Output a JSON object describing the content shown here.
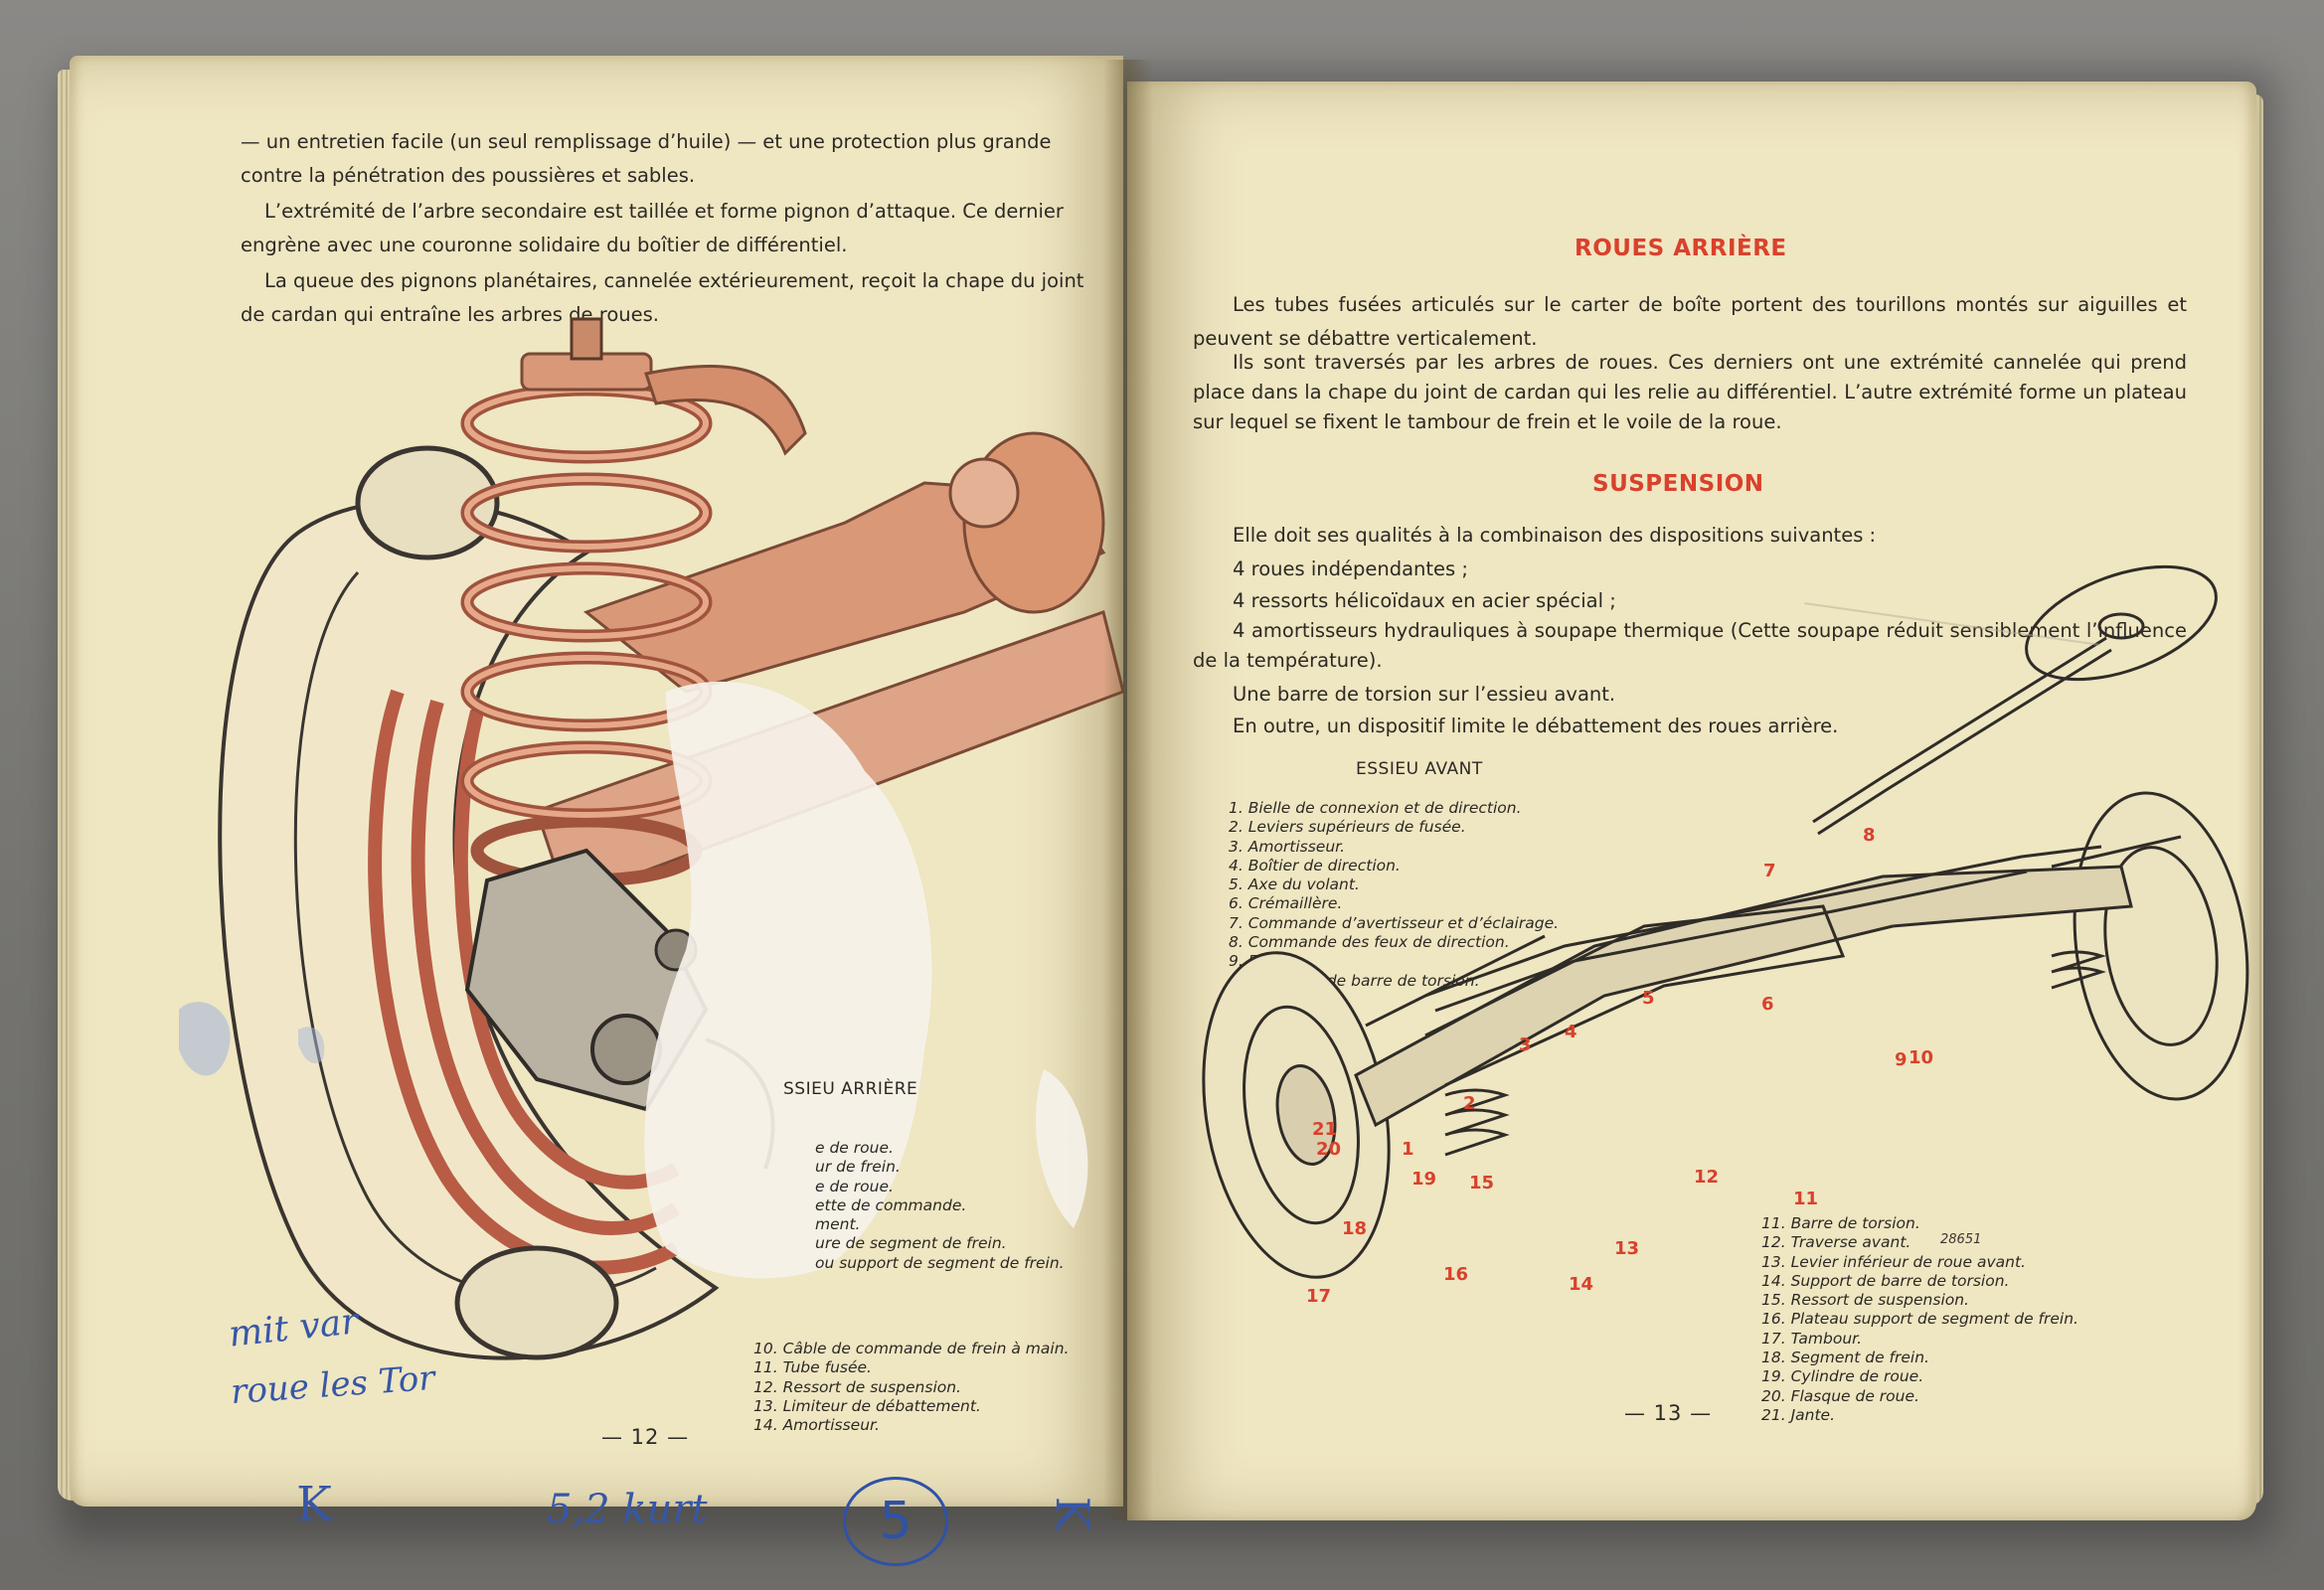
{
  "left_page": {
    "paragraphs": [
      "— un entretien facile (un seul remplissage d’huile) — et une protection plus grande contre la pénétration des poussières et sables.",
      "L’extrémité de l’arbre secondaire est taillée et forme pignon d’attaque. Ce dernier engrène avec une couronne solidaire du boîtier de différentiel.",
      "La queue des pignons planétaires, cannelée extérieurement, reçoit la chape du joint de cardan qui entraîne les arbres de roues."
    ],
    "figure_caption": "SSIEU ARRIÈRE",
    "legend": [
      "e de roue.",
      "ur de frein.",
      "e de roue.",
      "ette de commande.",
      "ment.",
      "ure de segment de frein.",
      "ou support de segment de frein.",
      "10. Câble de commande de frein à main.",
      "11. Tube fusée.",
      "12. Ressort de suspension.",
      "13. Limiteur de débattement.",
      "14. Amortisseur."
    ],
    "folio": "— 12 —",
    "annotations": {
      "handwriting_1": "mit var",
      "handwriting_2": "roue les Tor",
      "letter_k_left": "K",
      "price": "5,2 kurt",
      "circled_number": "5",
      "letter_k_right": "K"
    }
  },
  "right_page": {
    "heading_wheels": "ROUES ARRIÈRE",
    "paragraphs_wheels": [
      "Les tubes fusées articulés sur le carter de boîte portent des tourillons montés sur aiguilles et peuvent se débattre verticalement.",
      "Ils sont traversés par les arbres de roues. Ces derniers ont une extrémité cannelée qui prend place dans la chape du joint de cardan qui les relie au différentiel. L’autre extrémité forme un plateau sur lequel se fixent le tambour de frein et le voile de la roue."
    ],
    "heading_suspension": "SUSPENSION",
    "paragraphs_suspension": [
      "Elle doit ses qualités à la combinaison des dispositions suivantes :",
      "4 roues indépendantes ;",
      "4 ressorts hélicoïdaux en acier spécial ;",
      "4 amortisseurs hydrauliques à soupape thermique (Cette soupape réduit sensiblement l’influence de la température).",
      "Une barre de torsion sur l’essieu avant.",
      "En outre, un dispositif limite le débattement des roues arrière."
    ],
    "figure_caption": "ESSIEU AVANT",
    "legend_top": [
      "1. Bielle de connexion et de direction.",
      "2. Leviers supérieurs de fusée.",
      "3. Amortisseur.",
      "4. Boîtier de direction.",
      "5. Axe du volant.",
      "6. Crémaillère.",
      "7. Commande d’avertisseur et d’éclairage.",
      "8. Commande des feux de direction.",
      "9. Fusée.",
      "10. Biellette de barre de torsion."
    ],
    "legend_bottom": [
      "11. Barre de torsion.",
      "12. Traverse avant.",
      "13. Levier inférieur de roue avant.",
      "14. Support de barre de torsion.",
      "15. Ressort de suspension.",
      "16. Plateau support de segment de frein.",
      "17. Tambour.",
      "18. Segment de frein.",
      "19. Cylindre de roue.",
      "20. Flasque de roue.",
      "21. Jante."
    ],
    "drawing_number": "28651",
    "callouts": [
      "1",
      "2",
      "3",
      "4",
      "5",
      "6",
      "7",
      "8",
      "9",
      "10",
      "11",
      "12",
      "13",
      "14",
      "15",
      "16",
      "17",
      "18",
      "19",
      "20",
      "21"
    ],
    "folio": "— 13 —"
  },
  "colors": {
    "paper": "#efe6c2",
    "red": "#d9412c",
    "ink_blue": "#3757a6",
    "spring": "#d68c6a"
  }
}
